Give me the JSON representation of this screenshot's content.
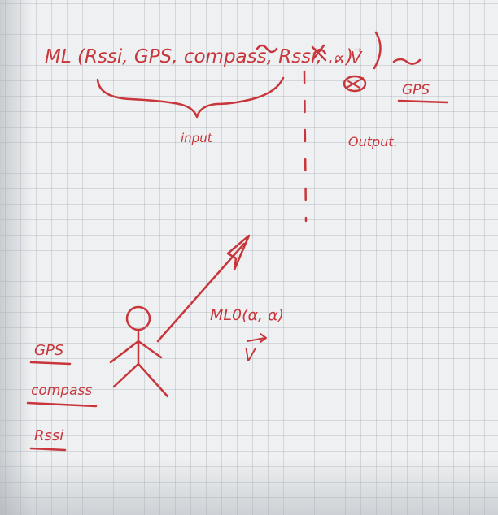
{
  "whiteboard": {
    "formula": "ML (Rssi, GPS, compass, Rssi, ...)",
    "formula_tail": "∝ V⃗",
    "brace_label": "input",
    "output_label": "Output.",
    "output_value": "GPS",
    "vector_label": "ML0(α, α)",
    "vector_symbol": "V",
    "sensors": [
      "GPS",
      "compass",
      "Rssi"
    ]
  },
  "colors": {
    "ink": "#c8353a",
    "paper": "#eef0f1",
    "grid": "#8c96a5"
  }
}
